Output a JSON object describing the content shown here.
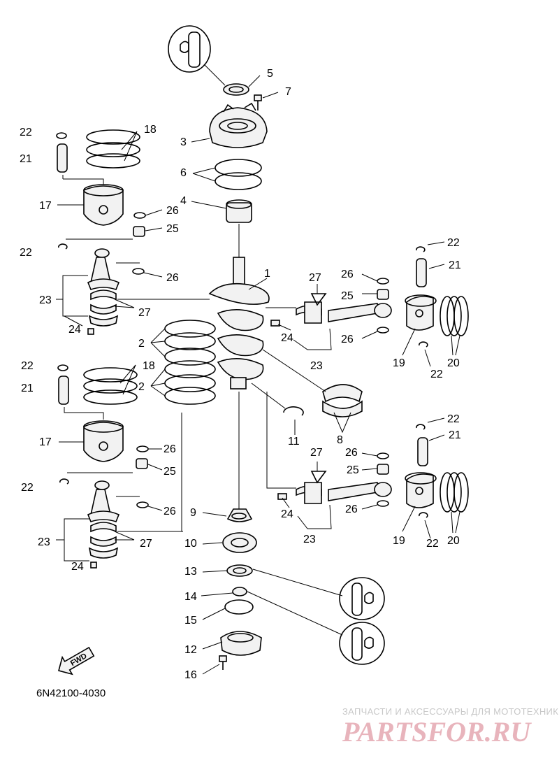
{
  "catalog_code": "6N42100-4030",
  "fwd_label": "FWD",
  "watermark": {
    "tagline": "ЗАПЧАСТИ И АКСЕССУАРЫ ДЛЯ МОТОТЕХНИКИ",
    "logo": "PARTSFOR.RU"
  },
  "callouts": {
    "c1": "1",
    "c2a": "2",
    "c2b": "2",
    "c3": "3",
    "c4": "4",
    "c5": "5",
    "c6": "6",
    "c7": "7",
    "c8": "8",
    "c9": "9",
    "c10": "10",
    "c11": "11",
    "c12": "12",
    "c13": "13",
    "c14": "14",
    "c15": "15",
    "c16": "16",
    "c17a": "17",
    "c17b": "17",
    "c18a": "18",
    "c18b": "18",
    "c19a": "19",
    "c19b": "19",
    "c20a": "20",
    "c20b": "20",
    "c21a": "21",
    "c21b": "21",
    "c21c": "21",
    "c21d": "21",
    "c22a": "22",
    "c22b": "22",
    "c22c": "22",
    "c22d": "22",
    "c22e": "22",
    "c22f": "22",
    "c22g": "22",
    "c22h": "22",
    "c23a": "23",
    "c23b": "23",
    "c23c": "23",
    "c23d": "23",
    "c24a": "24",
    "c24b": "24",
    "c24c": "24",
    "c24d": "24",
    "c25a": "25",
    "c25b": "25",
    "c25c": "25",
    "c25d": "25",
    "c26a": "26",
    "c26b": "26",
    "c26c": "26",
    "c26d": "26",
    "c26e": "26",
    "c26f": "26",
    "c26g": "26",
    "c26h": "26",
    "c27a": "27",
    "c27b": "27",
    "c27c": "27",
    "c27d": "27"
  }
}
